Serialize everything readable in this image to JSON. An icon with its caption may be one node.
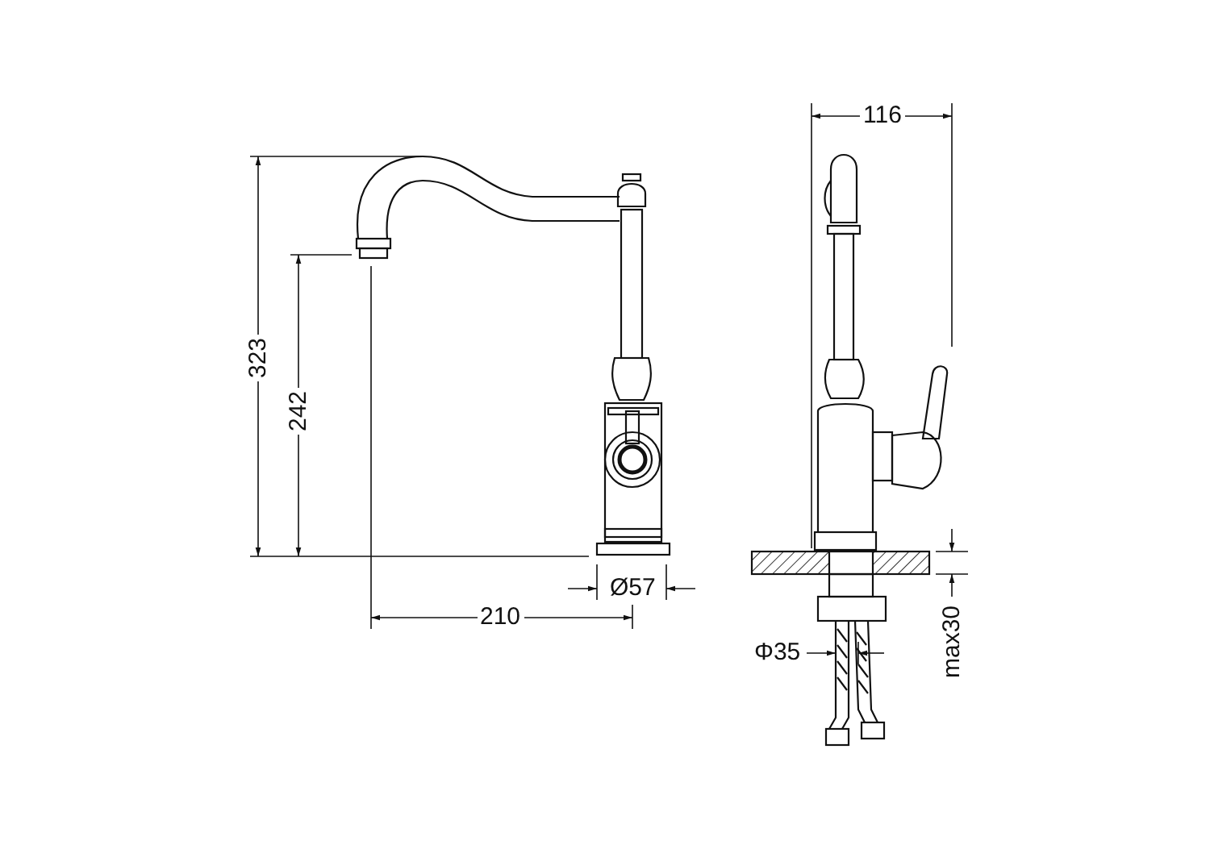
{
  "diagram": {
    "labels": [
      "116",
      "323",
      "242",
      "Ø57",
      "210",
      "Φ35",
      "max30"
    ]
  }
}
